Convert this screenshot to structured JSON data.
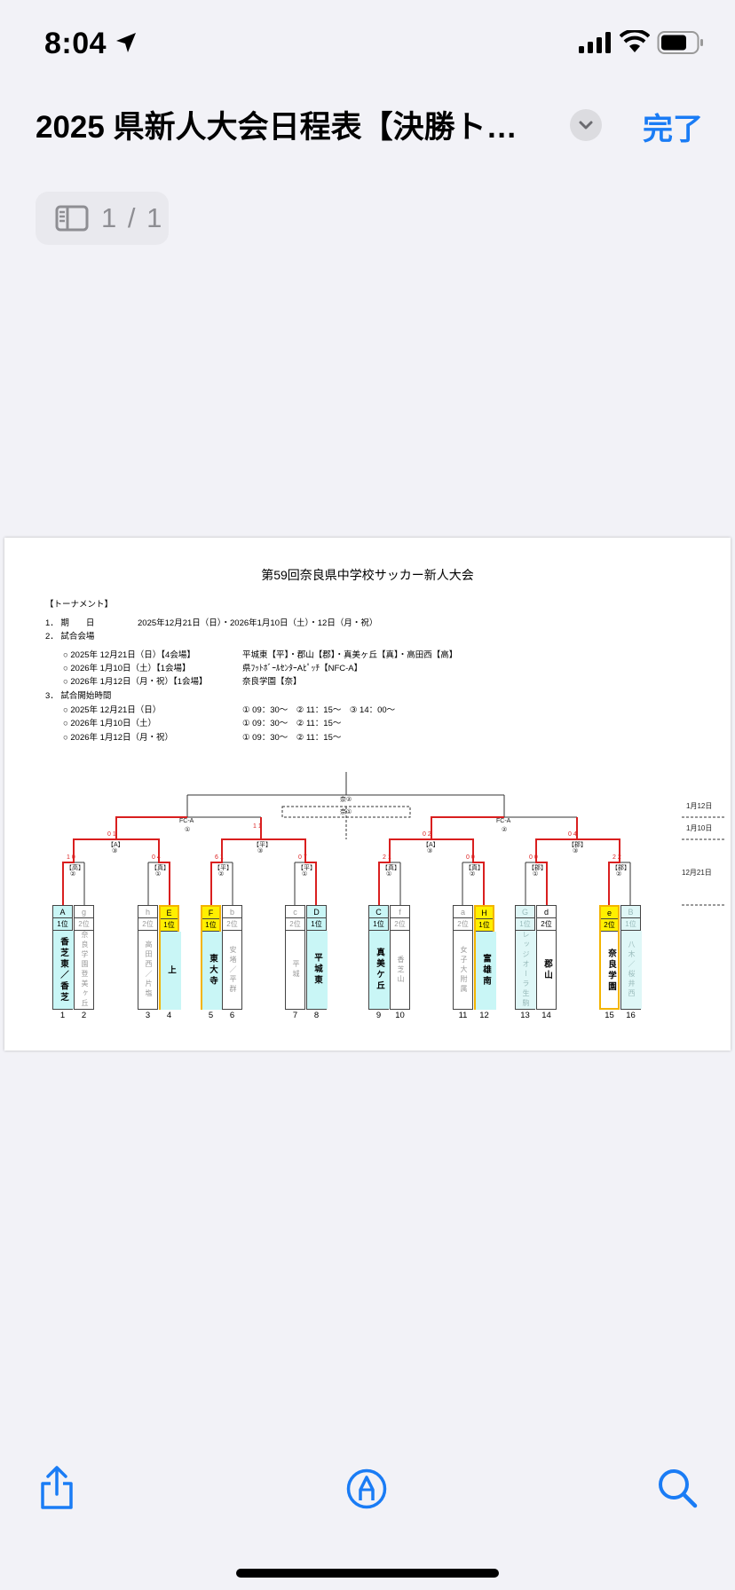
{
  "status": {
    "time": "8:04"
  },
  "nav": {
    "title": "2025 県新人大会日程表【決勝トーナ…",
    "done_label": "完了"
  },
  "page_indicator": "1 / 1",
  "document": {
    "title": "第59回奈良県中学校サッカー新人大会",
    "section": "【トーナメント】",
    "period_label": "1． 期　　日",
    "period_value": "2025年12月21日（日）・2026年1月10日（土）・12日（月・祝）",
    "venue_label": "2． 試合会場",
    "venues": [
      {
        "date": "○ 2025年 12月21日（日）【4会場】",
        "place": "平城東【平】・郡山【郡】・真美ヶ丘【真】・高田西【高】"
      },
      {
        "date": "○ 2026年 1月10日（土）【1会場】",
        "place": "県ﾌｯﾄﾎﾞｰﾙｾﾝﾀｰAﾋﾟｯﾁ【NFC-A】"
      },
      {
        "date": "○ 2026年 1月12日（月・祝）【1会場】",
        "place": "奈良学園【奈】"
      }
    ],
    "start_label": "3． 試合開始時間",
    "start_times": [
      {
        "date": "○ 2025年 12月21日（日）",
        "times": "① 09：30～　② 11：15～　③ 14：00～"
      },
      {
        "date": "○ 2026年 1月10日（土）",
        "times": "① 09：30～　② 11：15～"
      },
      {
        "date": "○ 2026年 1月12日（月・祝）",
        "times": "① 09：30～　② 11：15～"
      }
    ],
    "round_dates": [
      "1月12日",
      "1月10日",
      "12月21日"
    ],
    "final_labels": [
      "奈②",
      "奈①"
    ],
    "semi_labels": [
      {
        "venue": "FC-A",
        "slot": "①"
      },
      {
        "venue": "FC-A",
        "slot": "②"
      }
    ],
    "qf_labels": [
      "【A】",
      "【平】",
      "【A】",
      "【郡】"
    ],
    "qf_slots": [
      "③",
      "③",
      "③",
      "③"
    ],
    "r1_labels": [
      "【高】",
      "【真】",
      "【平】",
      "【平】",
      "【真】",
      "【真】",
      "【郡】",
      "【郡】"
    ],
    "r1_slots": [
      "②",
      "①",
      "②",
      "①",
      "①",
      "②",
      "①",
      "②"
    ],
    "scores_r1": [
      "1 0",
      "0 4",
      "6 1",
      "0 7",
      "2 1",
      "0 0",
      "0 0",
      "2 2"
    ],
    "scores_qf": [
      "0 1",
      "1 1",
      "0 2",
      "0 4"
    ],
    "teams": [
      {
        "no": "1",
        "letter": "A",
        "rank": "1位",
        "name": "香芝東／香芝",
        "style": "cyan"
      },
      {
        "no": "2",
        "letter": "g",
        "rank": "2位",
        "name": "奈良学園登美ヶ丘",
        "style": "lose"
      },
      {
        "no": "3",
        "letter": "h",
        "rank": "2位",
        "name": "高田西／片塩",
        "style": "lose"
      },
      {
        "no": "4",
        "letter": "E",
        "rank": "1位",
        "name": "上",
        "style": "cyan yellow"
      },
      {
        "no": "5",
        "letter": "F",
        "rank": "1位",
        "name": "東大寺",
        "style": "cyan yellow"
      },
      {
        "no": "6",
        "letter": "b",
        "rank": "2位",
        "name": "安堵／平群",
        "style": "lose"
      },
      {
        "no": "7",
        "letter": "c",
        "rank": "2位",
        "name": "平城",
        "style": "lose"
      },
      {
        "no": "8",
        "letter": "D",
        "rank": "1位",
        "name": "平城東",
        "style": "cyan"
      },
      {
        "no": "9",
        "letter": "C",
        "rank": "1位",
        "name": "真美ケ丘",
        "style": "cyan"
      },
      {
        "no": "10",
        "letter": "f",
        "rank": "2位",
        "name": "香芝山",
        "style": "lose"
      },
      {
        "no": "11",
        "letter": "a",
        "rank": "2位",
        "name": "女子大附属",
        "style": "lose"
      },
      {
        "no": "12",
        "letter": "H",
        "rank": "1位",
        "name": "富雄南",
        "style": "cyan yellow"
      },
      {
        "no": "13",
        "letter": "G",
        "rank": "1位",
        "name": "レッジオーラ生駒",
        "style": "lose lose-cyan"
      },
      {
        "no": "14",
        "letter": "d",
        "rank": "2位",
        "name": "郡山",
        "style": "plain"
      },
      {
        "no": "15",
        "letter": "e",
        "rank": "2位",
        "name": "奈良学園",
        "style": "yellow"
      },
      {
        "no": "16",
        "letter": "B",
        "rank": "1位",
        "name": "八木／桜井西",
        "style": "lose lose-cyan"
      }
    ]
  }
}
